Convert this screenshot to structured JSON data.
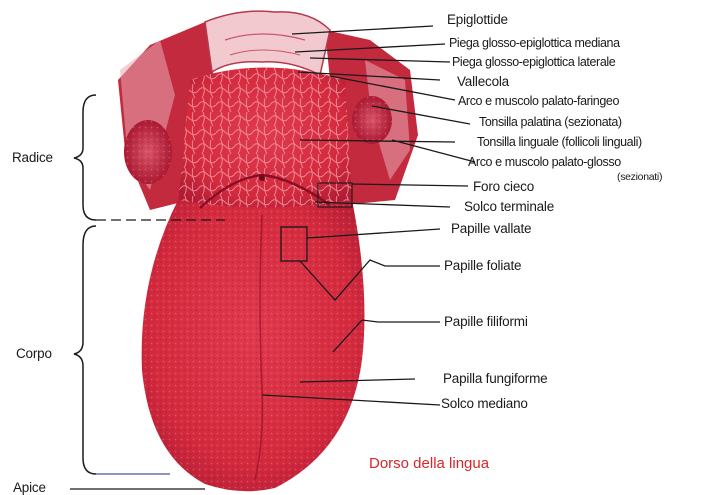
{
  "labels": {
    "epiglottide": "Epiglottide",
    "piega_mediana": "Piega glosso-epiglottica mediana",
    "piega_laterale": "Piega glosso-epiglottica laterale",
    "vallecola": "Vallecola",
    "arco_palatofaringeo": "Arco e muscolo palato-faringeo",
    "tonsilla_palatina": "Tonsilla palatina (sezionata)",
    "tonsilla_linguale": "Tonsilla linguale (follicoli linguali)",
    "arco_palatoglosso": "Arco e muscolo palato-glosso",
    "arco_palatoglosso_note": "(sezionati)",
    "forame_cieco": "Foro cieco",
    "solco_terminale": "Solco terminale",
    "papille_vallate": "Papille vallate",
    "papille_foliate": "Papille foliate",
    "papille_filiformi": "Papille filiformi",
    "papilla_fungiforme": "Papilla fungiforme",
    "solco_mediano": "Solco mediano"
  },
  "regions": {
    "radice": "Radice",
    "corpo": "Corpo",
    "apice": "Apice"
  },
  "caption": "Dorso della lingua",
  "colors": {
    "tongue": "#d42a3e",
    "tongue_dark": "#a8122a",
    "caption": "#d8262a",
    "lines": "#1a1a1a"
  }
}
